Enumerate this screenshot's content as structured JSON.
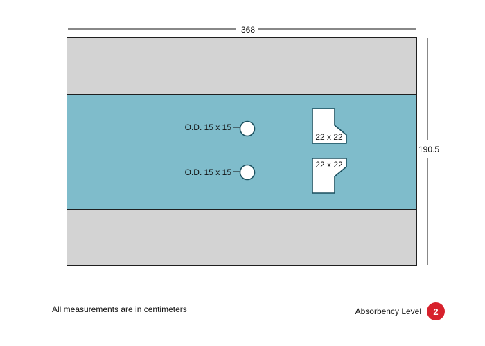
{
  "dimensions": {
    "width_label": "368",
    "height_label": "190.5"
  },
  "holes": [
    {
      "label": "O.D. 15 x 15"
    },
    {
      "label": "O.D. 15 x 15"
    }
  ],
  "cutouts": [
    {
      "label": "22 x 22"
    },
    {
      "label": "22 x 22"
    }
  ],
  "footer": {
    "note": "All measurements are in centimeters",
    "absorbency_label": "Absorbency Level",
    "absorbency_value": "2"
  },
  "colors": {
    "panel_gray": "#d3d3d3",
    "panel_teal": "#7fbccb",
    "outline": "#1f1f1f",
    "hole_stroke": "#1a4f5e",
    "badge": "#d7212c"
  }
}
